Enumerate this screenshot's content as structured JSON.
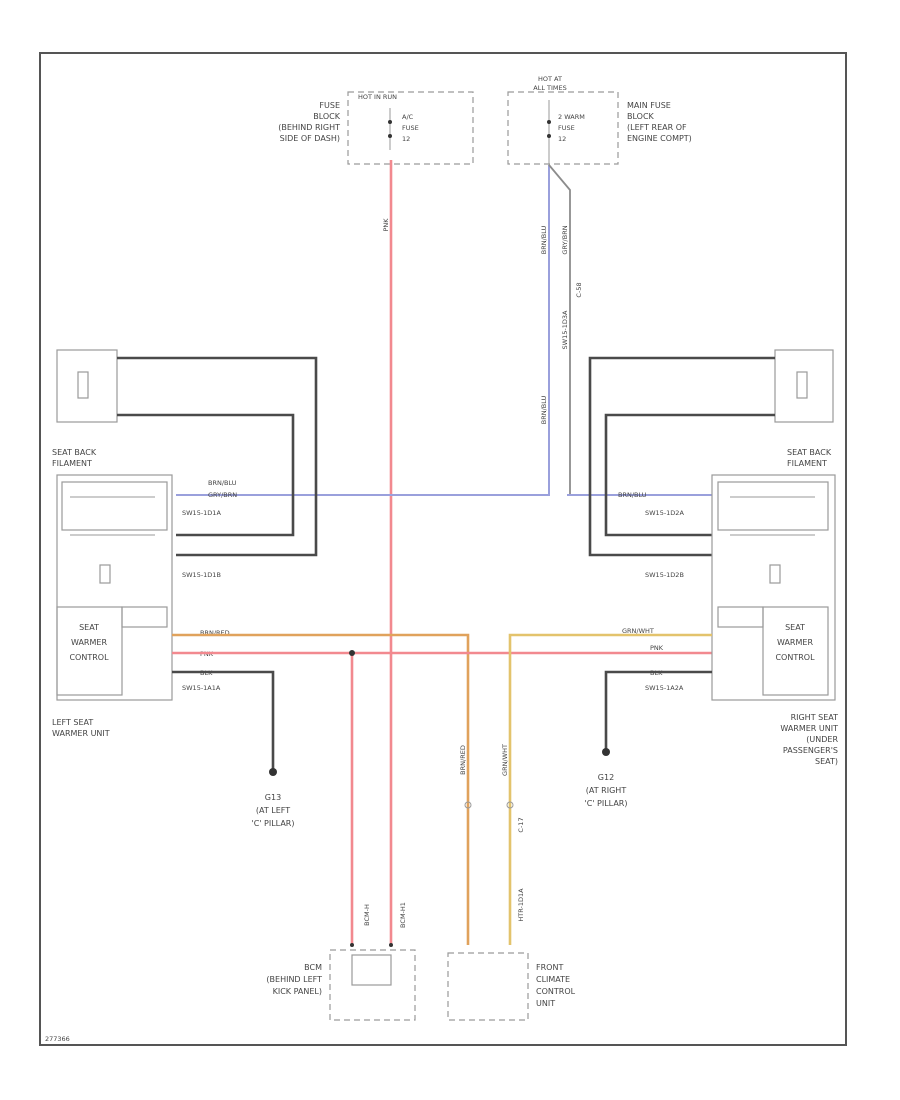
{
  "diagram": {
    "figure_code": "277366",
    "fuse_block": {
      "label": [
        "FUSE",
        "BLOCK",
        "(BEHIND RIGHT",
        "SIDE OF DASH)"
      ],
      "hot_label": "HOT IN RUN",
      "fuse_label": [
        "A/C",
        "FUSE",
        "12"
      ]
    },
    "main_fuse_block": {
      "label": [
        "MAIN FUSE",
        "BLOCK",
        "(LEFT REAR OF",
        "ENGINE COMPT)"
      ],
      "hot_label": [
        "HOT AT",
        "ALL TIMES"
      ],
      "fuse_label": [
        "2 WARM",
        "FUSE",
        "12"
      ]
    },
    "left_seat": {
      "filament_label": [
        "SEAT BACK",
        "FILAMENT"
      ],
      "control_label": [
        "SEAT",
        "WARMER",
        "CONTROL"
      ],
      "unit_label": [
        "LEFT SEAT",
        "WARMER UNIT"
      ],
      "connectors": [
        "SW15-1D1A",
        "SW15-1D1B",
        "SW15-1A1A"
      ],
      "ground_label": [
        "G13",
        "(AT LEFT",
        "'C' PILLAR)"
      ],
      "wire_labels": [
        "BRN/BLU",
        "GRY/BRN",
        "BRN/RED",
        "PNK",
        "BLK"
      ]
    },
    "right_seat": {
      "filament_label": [
        "SEAT BACK",
        "FILAMENT"
      ],
      "control_label": [
        "SEAT",
        "WARMER",
        "CONTROL"
      ],
      "unit_label": [
        "RIGHT SEAT",
        "WARMER UNIT",
        "(UNDER",
        "PASSENGER'S",
        "SEAT)"
      ],
      "connectors": [
        "SW15-1D2A",
        "SW15-1D2B",
        "SW15-1A2A"
      ],
      "ground_label": [
        "G12",
        "(AT RIGHT",
        "'C' PILLAR)"
      ],
      "wire_labels": [
        "BRN/BLU",
        "GRN/WHT",
        "PNK",
        "BLK"
      ]
    },
    "bcm": {
      "label": [
        "BCM",
        "(BEHIND LEFT",
        "KICK PANEL)"
      ],
      "connectors": [
        "BCM-H",
        "BCM-H1"
      ]
    },
    "climate": {
      "label": [
        "FRONT",
        "CLIMATE",
        "CONTROL",
        "UNIT"
      ],
      "connectors": [
        "HTR-1D1A",
        "C-17"
      ]
    },
    "vertical_wire_labels": {
      "pnk_top": "PNK",
      "main_left": "BRN/BLU",
      "main_right": "GRY/BRN",
      "main_right2": "BRN/BLU",
      "c_label": "C-58",
      "sw_bus": "SW15-1D3A",
      "left_vert": "BRN/RED",
      "right_vert": "GRN/WHT",
      "c17": "C-17"
    },
    "colors": {
      "red": "#f2898f",
      "blue": "#9aa0dc",
      "dark": "#4a4a4a",
      "orange": "#e0a25c",
      "yellow": "#e3c36c"
    }
  }
}
